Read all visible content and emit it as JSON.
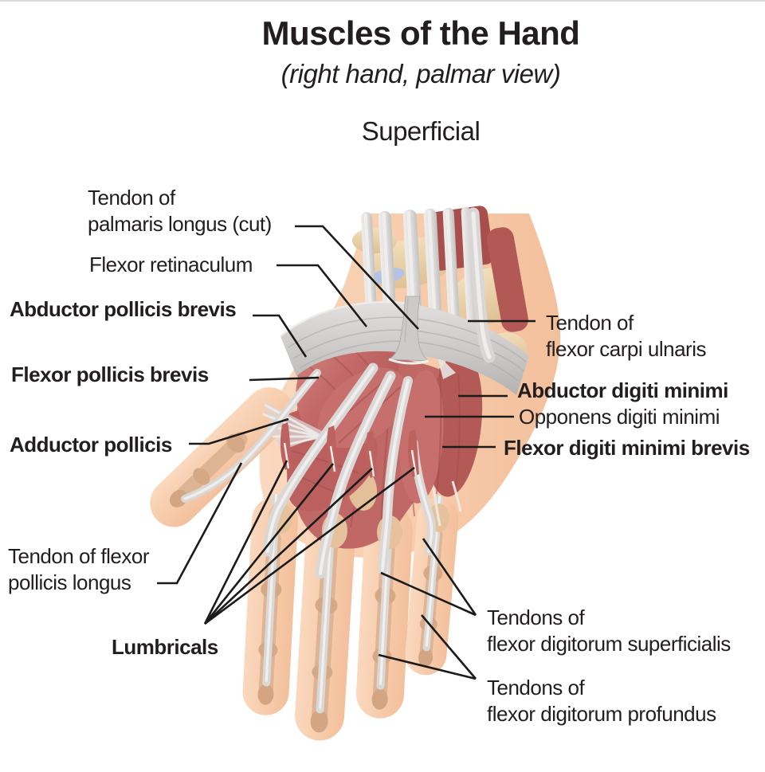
{
  "header": {
    "title": "Muscles of the Hand",
    "subtitle": "(right hand, palmar view)",
    "view_label": "Superficial"
  },
  "labels": {
    "tendon_palmaris_longus": {
      "line1": "Tendon of",
      "line2": "palmaris longus (cut)",
      "bold": false
    },
    "flexor_retinaculum": {
      "line1": "Flexor retinaculum",
      "bold": false
    },
    "abductor_pollicis_brevis": {
      "line1": "Abductor pollicis brevis",
      "bold": true
    },
    "flexor_pollicis_brevis": {
      "line1": "Flexor pollicis brevis",
      "bold": true
    },
    "adductor_pollicis": {
      "line1": "Adductor pollicis",
      "bold": true
    },
    "tendon_flexor_pollicis_longus": {
      "line1": "Tendon of flexor",
      "line2": "pollicis longus",
      "bold": false
    },
    "lumbricals": {
      "line1": "Lumbricals",
      "bold": true
    },
    "tendon_flexor_carpi_ulnaris": {
      "line1": "Tendon of",
      "line2": "flexor carpi ulnaris",
      "bold": false
    },
    "abductor_digiti_minimi": {
      "line1": "Abductor digiti minimi",
      "bold": true
    },
    "opponens_digiti_minimi": {
      "line1": "Opponens digiti minimi",
      "bold": false
    },
    "flexor_digiti_minimi_brevis": {
      "line1": "Flexor digiti minimi brevis",
      "bold": true
    },
    "tendons_flexor_digitorum_superficialis": {
      "line1": "Tendons of",
      "line2": "flexor digitorum superficialis",
      "bold": false
    },
    "tendons_flexor_digitorum_profundus": {
      "line1": "Tendons of",
      "line2": "flexor digitorum profundus",
      "bold": false
    }
  },
  "colors": {
    "background": "#FFFFFF",
    "text": "#221E1F",
    "leader_line": "#1B1B1B",
    "skin": "#F7CBAA",
    "skin_shadow": "#F0B896",
    "muscle_red": "#C26866",
    "muscle_dark": "#A84E4C",
    "tendon_gray": "#DCDBD9",
    "tendon_highlight": "#F1F0EE",
    "bone_tan": "#E8CEA6",
    "finger_bone": "#DDB494",
    "retinaculum_gray": "#C9C7C5",
    "ligament_blue": "#B3C3E6"
  }
}
